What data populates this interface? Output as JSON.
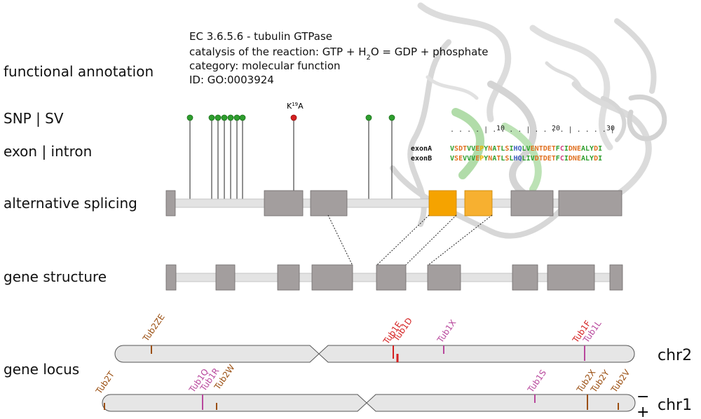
{
  "levels": {
    "functional": "functional annotation",
    "snp": "SNP | SV",
    "exon": "exon | intron",
    "splicing": "alternative splicing",
    "structure": "gene structure",
    "locus": "gene locus"
  },
  "annotation": {
    "ec": "EC 3.6.5.6 - tubulin GTPase",
    "reaction_prefix": "catalysis of the reaction:   GTP + H",
    "reaction_sub": "2",
    "reaction_suffix": "O = GDP + phosphate",
    "category": "category:   molecular function",
    "id": "ID:   GO:0003924"
  },
  "mutation": {
    "pre": "K",
    "sup": "19",
    "post": "A"
  },
  "alignment": {
    "ruler": "  .  .  .  .  |  .  .  .  .  |  .  .  .  .  |  .  .  .  .  |",
    "ticks": [
      "10",
      "20",
      "30"
    ],
    "rows": [
      {
        "name": "exonA",
        "seq": "VSDTVVEPYNATLSIHQLVENTDETFCIDNEALYDI"
      },
      {
        "name": "exonB",
        "seq": "VSEVVVEPYNATLSLHQLIVDTDETFCIDNEALYDI"
      }
    ]
  },
  "colors": {
    "exon": "#a39e9e",
    "exon_stroke": "#6e6a6a",
    "intron": "#e3e3e3",
    "alt_exon_a": "#f5a300",
    "alt_exon_b": "#f7b030",
    "snp": "#2e9e2e",
    "mutation": "#d42020",
    "chromosome": "#e6e6e6",
    "brown": "#9a4e10",
    "red": "#d42020",
    "magenta": "#b8479c"
  },
  "chromosomes": [
    {
      "name": "chr2",
      "genes": [
        {
          "label": "Tub2ZE",
          "color": "brown"
        },
        {
          "label": "Tub1E",
          "color": "red"
        },
        {
          "label": "Tub1D",
          "color": "red"
        },
        {
          "label": "Tub1X",
          "color": "magenta"
        },
        {
          "label": "Tub1F",
          "color": "red"
        },
        {
          "label": "Tub1L",
          "color": "magenta"
        }
      ]
    },
    {
      "name": "chr1",
      "genes": [
        {
          "label": "Tub2T",
          "color": "brown"
        },
        {
          "label": "Tub1Q",
          "color": "magenta"
        },
        {
          "label": "Tub1R",
          "color": "magenta"
        },
        {
          "label": "Tub2W",
          "color": "brown"
        },
        {
          "label": "Tub1S",
          "color": "magenta"
        },
        {
          "label": "Tub2X",
          "color": "brown"
        },
        {
          "label": "Tub2Y",
          "color": "brown"
        },
        {
          "label": "Tub2V",
          "color": "brown"
        }
      ]
    }
  ],
  "strands": {
    "minus": "−",
    "plus": "+"
  }
}
